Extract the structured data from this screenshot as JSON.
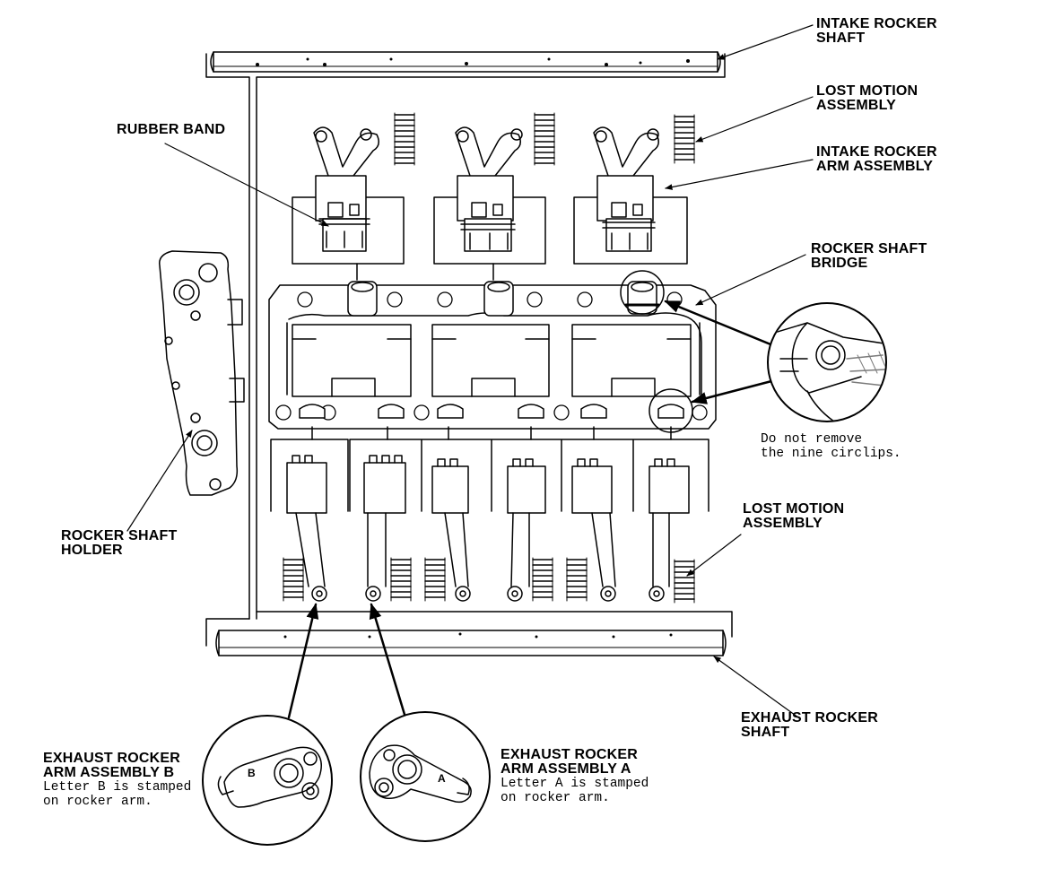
{
  "labels": {
    "intake_rocker_shaft": [
      "INTAKE ROCKER",
      "SHAFT"
    ],
    "lost_motion_top": [
      "LOST MOTION",
      "ASSEMBLY"
    ],
    "intake_rocker_arm": [
      "INTAKE ROCKER",
      "ARM ASSEMBLY"
    ],
    "rubber_band": "RUBBER BAND",
    "rocker_shaft_bridge": [
      "ROCKER SHAFT",
      "BRIDGE"
    ],
    "circlip_note": [
      "Do not remove",
      "the nine circlips."
    ],
    "rocker_shaft_holder": [
      "ROCKER SHAFT",
      "HOLDER"
    ],
    "lost_motion_bottom": [
      "LOST MOTION",
      "ASSEMBLY"
    ],
    "exhaust_rocker_shaft": [
      "EXHAUST ROCKER",
      "SHAFT"
    ],
    "exhaust_arm_b": [
      "EXHAUST ROCKER",
      "ARM ASSEMBLY B"
    ],
    "exhaust_arm_b_note": [
      "Letter B is stamped",
      "on rocker arm."
    ],
    "exhaust_arm_a": [
      "EXHAUST ROCKER",
      "ARM ASSEMBLY A"
    ],
    "exhaust_arm_a_note": [
      "Letter A is stamped",
      "on rocker arm."
    ]
  },
  "stamps": {
    "b": "B",
    "a": "A"
  },
  "colors": {
    "line": "#000000",
    "background": "#ffffff",
    "hatch": "#7a7a7a"
  }
}
